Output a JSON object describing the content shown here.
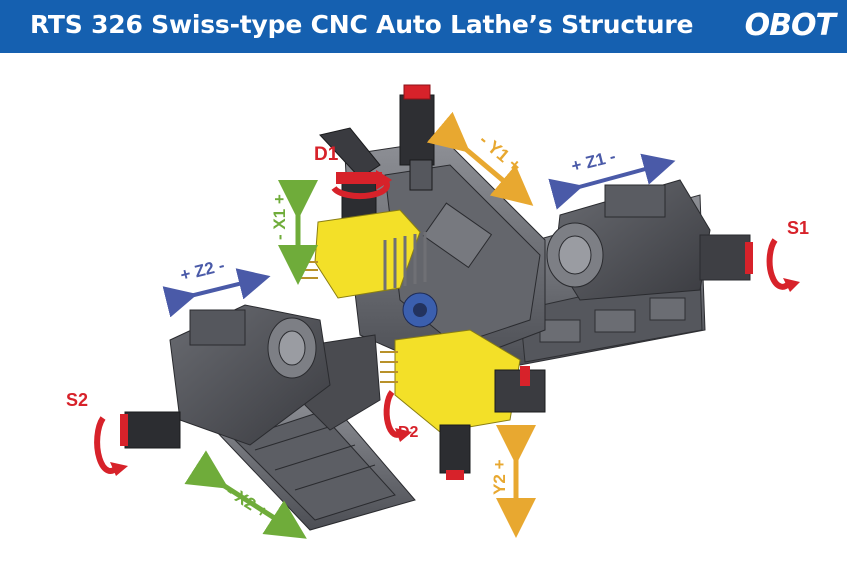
{
  "header": {
    "title": "RTS 326 Swiss-type CNC Auto Lathe’s Structure",
    "logo": "OBOT"
  },
  "colors": {
    "header_bg": "#1560b0",
    "rotation_red": "#d7222a",
    "axis_yellow": "#e8a830",
    "axis_green": "#6fac3a",
    "axis_blue": "#4a5aa8",
    "tooling_yellow": "#f3e028"
  },
  "labels": {
    "d1": "D1",
    "d2": "D2",
    "s1": "S1",
    "s2": "S2",
    "y1": "- Y1 +",
    "z1": "+ Z1 -",
    "x1": "- X1 +",
    "z2": "+ Z2 -",
    "x2": "- X2 +",
    "y2": "- Y2 +"
  }
}
